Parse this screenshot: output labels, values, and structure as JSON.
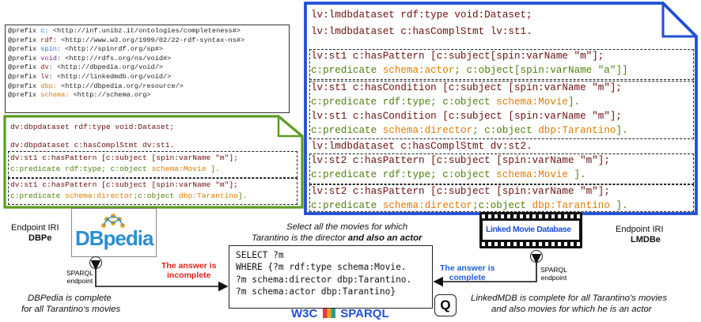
{
  "prefixes": [
    {
      "kw": "@prefix",
      "ns": "c:",
      "uri": "<http://inf.unibz.it/ontologies/completeness#>"
    },
    {
      "kw": "@prefix",
      "ns": "rdf:",
      "uri": "<http://www.w3.org/1999/02/22-rdf-syntax-ns#>"
    },
    {
      "kw": "@prefix",
      "ns": "spin:",
      "uri": "<http://spinrdf.org/sp#>"
    },
    {
      "kw": "@prefix",
      "ns": "void:",
      "uri": "<http://rdfs.org/ns/void#>"
    },
    {
      "kw": "@prefix",
      "ns": "dv:",
      "uri": "<http://dbpedia.org/void/>"
    },
    {
      "kw": "@prefix",
      "ns": "lv:",
      "uri": "<http://linkedmdb.org/void/>"
    },
    {
      "kw": "@prefix",
      "ns": "dbp:",
      "uri": "<http://dbpedia.org/resource/>"
    },
    {
      "kw": "@prefix",
      "ns": "schema:",
      "uri": "<http://schema.org>"
    }
  ],
  "dbpedia_doc": {
    "l1": "dv:dbpdataset rdf:type void:Dataset;",
    "l2": "dv:dbpdataset c:hasComplStmt dv:st1.",
    "s1a": "dv:st1 c:hasPattern [c:subject [spin:varName \"m\"];",
    "s1b_a": "c:predicate  rdf:type;  c:object ",
    "s1b_b": "schema:Movie",
    "s1b_c": "     ].",
    "s2a": "dv:st1 c:hasPattern [c:subject [spin:varName \"m\"];",
    "s2b_a": "c:predicate ",
    "s2b_b": "schema:director",
    "s2b_c": ";c:object ",
    "s2b_d": "dbp:Tarantino",
    "s2b_e": "]."
  },
  "lmdb_doc": {
    "l1": "lv:lmdbdataset rdf:type void:Dataset;",
    "l2": "lv:lmdbdataset c:hasComplStmt lv:st1.",
    "p1a": "lv:st1 c:hasPattern   [c:subject[spin:varName \"m\"];",
    "p1b_a": "c:predicate ",
    "p1b_b": "schema:actor",
    "p1b_c": ";    c:object[spin:varName \"a\"]]",
    "c1a": "lv:st1 c:hasCondition [c:subject [spin:varName \"m\"];",
    "c1b_a": "c:predicate rdf:type; c:object ",
    "c1b_b": "schema:Movie",
    "c1b_c": "].",
    "c2a": "lv:st1 c:hasCondition [c:subject [spin:varName \"m\"];",
    "c2b_a": "c:predicate ",
    "c2b_b": "schema:director",
    "c2b_c": "; c:object ",
    "c2b_d": "dbp:Tarantino",
    "c2b_e": "].",
    "l3": "lv:lmdbdataset c:hasComplStmt dv:st2.",
    "s2a": "lv:st2 c:hasPattern [c:subject [spin:varName \"m\"];",
    "s2b_a": "c:predicate   rdf:type; c:object   ",
    "s2b_b": "schema:Movie",
    "s2b_c": "       ].",
    "s3a": "lv:st2 c:hasPattern [c:subject [spin:varName \"m\"];",
    "s3b_a": "c:predicate ",
    "s3b_b": "schema:director",
    "s3b_c": ";c:object  ",
    "s3b_d": "dbp:Tarantino",
    "s3b_e": " ]."
  },
  "labels": {
    "endpoint_iri_left": "Endpoint IRI",
    "dbpe": "DBPe",
    "endpoint_iri_right": "Endpoint IRI",
    "lmdbe": "LMDBe",
    "sparql_left": "SPARQL",
    "endpoint_left": "endpoint",
    "sparql_right": "SPARQL",
    "endpoint_right": "endpoint",
    "answer_incomplete_1": "The answer is",
    "answer_incomplete_2": "incomplete",
    "answer_complete_1": "The answer is",
    "answer_complete_2": "complete",
    "query_caption_1": "Select all the movies for which",
    "query_caption_2a": "Tarantino is the director ",
    "query_caption_2b": "and also an actor",
    "dbp_complete_1": "DBPedia is complete",
    "dbp_complete_2": "for all Tarantino's movies",
    "lmdb_complete_1": "LinkedMDB is complete for all Tarantino's movies",
    "lmdb_complete_2": "and also movies for which he is an actor",
    "dbpedia_logo": "DBpedia",
    "lmdb_logo": "Linked Movie Database",
    "w3c": "W3C",
    "sparql_logo": "SPARQL",
    "q_badge": "Q"
  },
  "query": [
    "SELECT ?m",
    "WHERE {?m rdf:type schema:Movie.",
    "?m schema:director dbp:Tarantino.",
    "?m schema:actor dbp:Tarantino}"
  ],
  "colors": {
    "dbpedia_frame": "#5c9c22",
    "lmdb_frame": "#1f4fd6",
    "incomplete": "#e0241b",
    "complete": "#1f5fd6"
  }
}
